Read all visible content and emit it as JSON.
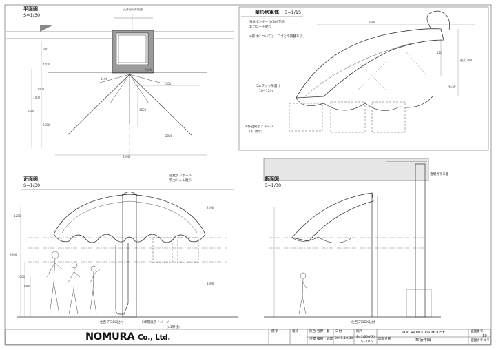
{
  "plan": {
    "title": "平面図",
    "scale": "S=1/30",
    "dims": [
      "天井面天井範囲",
      "600",
      "4200",
      "1000",
      "1100",
      "1500",
      "3600",
      "4200",
      "1400",
      "7600",
      "3600",
      "2400",
      "2000"
    ]
  },
  "detail": {
    "title": "傘形状筆体",
    "scale": "S=1/15",
    "notes": [
      "強化ダンボール(30)下地",
      "乳カシート貼り",
      "※形状については、ロゴとの調整あり。"
    ],
    "callouts": [
      "5本フック吊貫け",
      "10~15ｍ",
      "※作品掲示イメージ",
      "(A1原寸)"
    ],
    "dims": [
      "1600",
      "120",
      "最大 300",
      "H=50"
    ]
  },
  "front": {
    "title": "正面図",
    "scale": "S=1/30",
    "callouts": [
      "強化ダンボール",
      "乳カシート貼り",
      "住吉プロDX貼付",
      "5年間展示イメージ",
      "(A1原寸)"
    ],
    "dims": [
      "1200",
      "2600",
      "1000",
      "1000",
      "2200",
      "1500"
    ]
  },
  "section": {
    "title": "断面図",
    "scale": "S=1/30",
    "callouts": [
      "透明ガラス面",
      "住吉プロDX貼付"
    ]
  },
  "titleblock": {
    "company": "NOMURA",
    "company_suffix": "Co., Ltd.",
    "h_remarks": "備考",
    "h_approve": "検印",
    "h_check": "照合",
    "h_drawn": "作成",
    "check_name": "菅野　勤",
    "drawn_name": "磯田　太郎",
    "h_date": "日付",
    "date": "2015.10.30",
    "h_scale": "縮尺",
    "scale": "S=1/30(A3)",
    "scale2": "S=1/15",
    "project": "WNI RAIN KIDS HOUSE",
    "h_drawing": "図面名称",
    "drawing_name": "傘造作図",
    "h_sheet_no": "図面番号",
    "sheet_no": "10",
    "h_sheet_cat": "図面カテゴリ"
  },
  "colors": {
    "line": "#333333",
    "fill_grey": "#9a9a9a",
    "paper": "#ffffff"
  }
}
